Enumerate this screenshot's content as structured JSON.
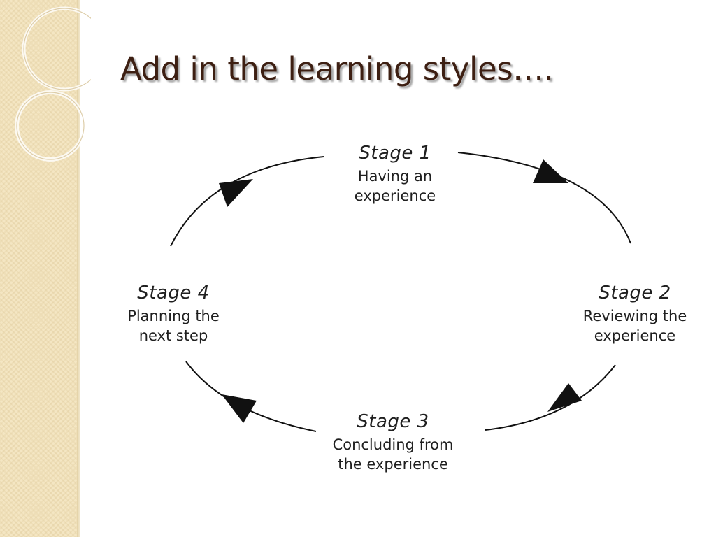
{
  "slide": {
    "title": "Add in the learning styles…."
  },
  "diagram": {
    "stages": [
      {
        "label": "Stage 1",
        "lines": [
          "Having an",
          "experience"
        ]
      },
      {
        "label": "Stage 2",
        "lines": [
          "Reviewing the",
          "experience"
        ]
      },
      {
        "label": "Stage 3",
        "lines": [
          "Concluding from",
          "the experience"
        ]
      },
      {
        "label": "Stage 4",
        "lines": [
          "Planning the",
          "next step"
        ]
      }
    ],
    "flow_direction": "clockwise"
  },
  "colors": {
    "title": "#3d1f12",
    "sidebar": "#f4e6c3",
    "arrows": "#111111",
    "text": "#1f1f1f"
  }
}
